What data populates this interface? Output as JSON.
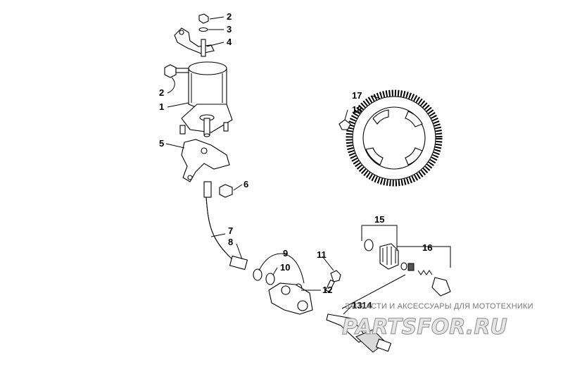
{
  "callouts": {
    "c1": "1",
    "c2a": "2",
    "c2b": "2",
    "c3": "3",
    "c4": "4",
    "c5": "5",
    "c6": "6",
    "c7": "7",
    "c8": "8",
    "c9": "9",
    "c10": "10",
    "c11": "11",
    "c12": "12",
    "c13": "13",
    "c14": "14",
    "c15": "15",
    "c16": "16",
    "c17": "17",
    "c18": "18"
  },
  "watermark": {
    "tagline": "ЗАПЧАСТИ И АКСЕССУАРЫ ДЛЯ МОТОТЕХНИКИ",
    "logo": "PARTSFOR.RU"
  },
  "colors": {
    "line": "#000000",
    "background": "#ffffff",
    "watermark": "#9a9a9a"
  }
}
